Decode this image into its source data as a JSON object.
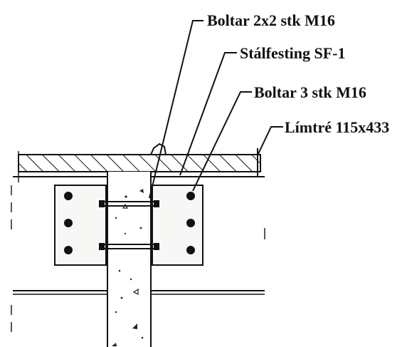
{
  "callouts": {
    "bolts_2x2": "Boltar 2x2 stk M16",
    "steel_fixing": "Stálfesting SF-1",
    "bolts_3": "Boltar 3 stk M16",
    "glulam": "Límtré 115x433"
  },
  "colors": {
    "line": "#111111",
    "background": "#ffffff",
    "plate_fill": "#f7f7f5"
  }
}
